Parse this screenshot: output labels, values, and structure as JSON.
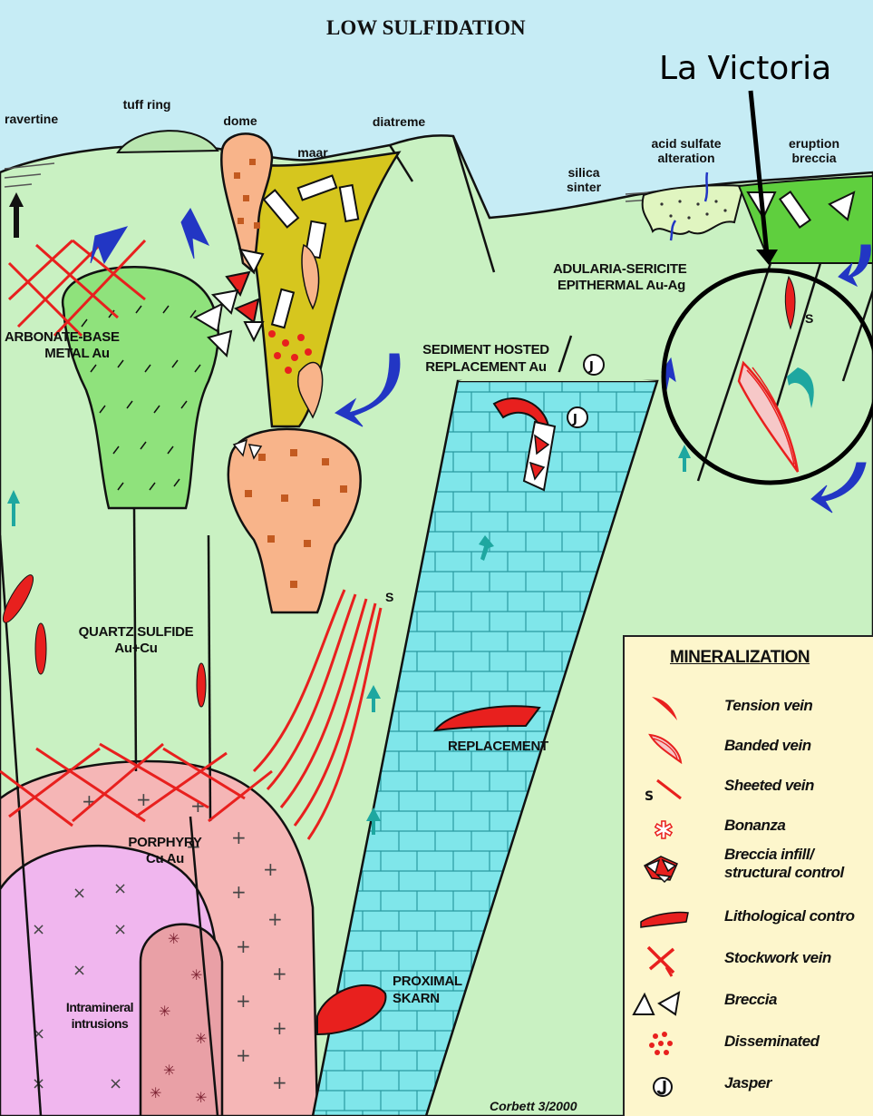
{
  "title": "LOW SULFIDATION",
  "annotation": "La Victoria",
  "surface_labels": {
    "travertine": "ravertine",
    "tuff_ring": "tuff ring",
    "dome": "dome",
    "maar": "maar",
    "diatreme": "diatreme",
    "silica_sinter_1": "silica",
    "silica_sinter_2": "sinter",
    "acid_sulfate_1": "acid sulfate",
    "acid_sulfate_2": "alteration",
    "eruption_breccia_1": "eruption",
    "eruption_breccia_2": "breccia"
  },
  "deposit_labels": {
    "adularia_1": "ADULARIA-SERICITE",
    "adularia_2": "EPITHERMAL Au-Ag",
    "carbonate_1": "ARBONATE-BASE",
    "carbonate_2": "METAL Au",
    "sediment_1": "SEDIMENT HOSTED",
    "sediment_2": "REPLACEMENT Au",
    "quartz_1": "QUARTZ SULFIDE",
    "quartz_2": "Au+Cu",
    "replacement": "REPLACEMENT",
    "porphyry_1": "PORPHYRY",
    "porphyry_2": "Cu Au",
    "intramineral_1": "Intramineral",
    "intramineral_2": "intrusions",
    "skarn_1": "PROXIMAL",
    "skarn_2": "SKARN",
    "sheeted_s_1": "S",
    "sheeted_s_2": "S"
  },
  "legend": {
    "title": "MINERALIZATION",
    "items": [
      {
        "label": "Tension vein",
        "icon": "tension-vein-icon"
      },
      {
        "label": "Banded vein",
        "icon": "banded-vein-icon"
      },
      {
        "label": "Sheeted vein",
        "icon": "sheeted-vein-icon",
        "symbol_text": "S"
      },
      {
        "label": "Bonanza",
        "icon": "bonanza-icon"
      },
      {
        "label": "Breccia infill/",
        "label2": "structural control",
        "icon": "breccia-infill-icon"
      },
      {
        "label": "Lithological contro",
        "icon": "lithological-control-icon"
      },
      {
        "label": "Stockwork vein",
        "icon": "stockwork-vein-icon"
      },
      {
        "label": "Breccia",
        "icon": "breccia-icon"
      },
      {
        "label": "Disseminated",
        "icon": "disseminated-icon"
      },
      {
        "label": "Jasper",
        "icon": "jasper-icon"
      }
    ]
  },
  "credit": "Corbett 3/2000",
  "colors": {
    "sky": "#c6ecf5",
    "ground": "#c9f1c2",
    "outline": "#111111",
    "vein_red": "#e8201e",
    "arrow_blue": "#2236c4",
    "arrow_teal": "#1ea7a0",
    "limestone": "#7fe6ea",
    "orange_intrusion": "#f8b48a",
    "maar_fill": "#d6c61e",
    "porphyry_pink": "#f5b6b6",
    "intrusion_violet": "#f0b6ee",
    "green_plug": "#8fe27c",
    "legend_bg": "#fdf6cc"
  }
}
